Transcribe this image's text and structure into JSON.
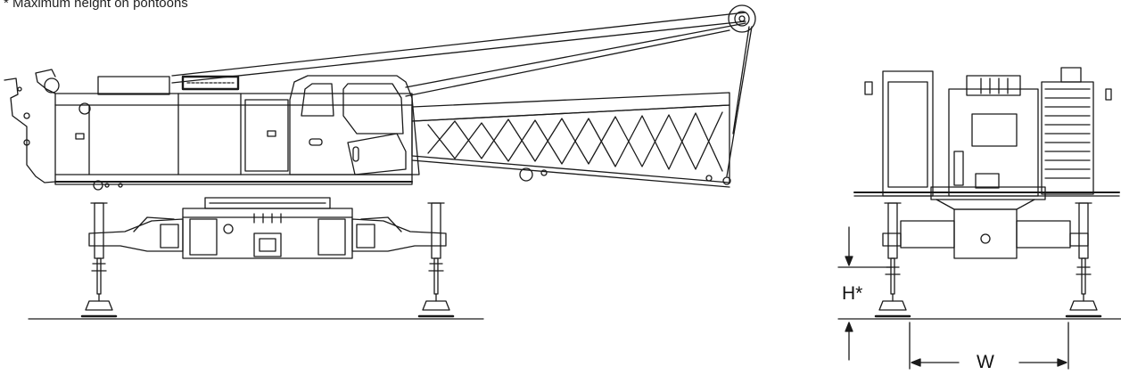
{
  "note": {
    "text": "* Maximum height on pontoons"
  },
  "dimensions": {
    "height_label": "H*",
    "width_label": "W"
  },
  "colors": {
    "line": "#1a1a1a",
    "background": "#ffffff"
  }
}
